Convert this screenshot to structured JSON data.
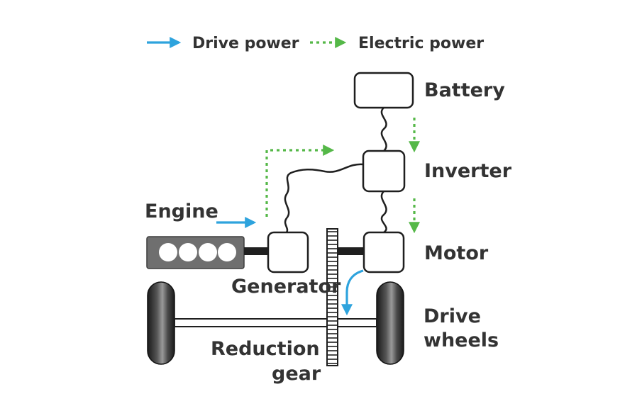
{
  "legend": {
    "drive_label": "Drive power",
    "electric_label": "Electric power"
  },
  "components": {
    "battery": "Battery",
    "inverter": "Inverter",
    "engine": "Engine",
    "motor": "Motor",
    "generator": "Generator",
    "drive_wheels_line1": "Drive",
    "drive_wheels_line2": "wheels",
    "reduction_gear_line1": "Reduction",
    "reduction_gear_line2": "gear"
  },
  "colors": {
    "drive_power": "#2ea3dd",
    "electric_power": "#55b848",
    "outline": "#1f1f1f",
    "engine_body": "#6f6f6f",
    "label_text": "#333333"
  }
}
